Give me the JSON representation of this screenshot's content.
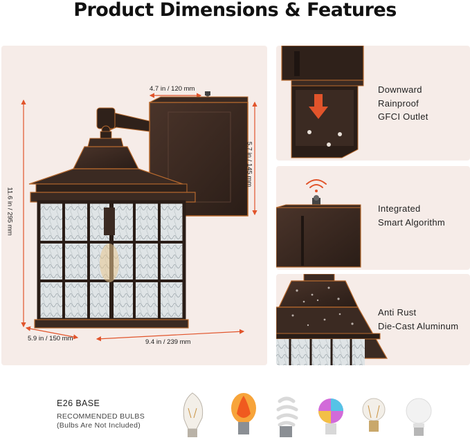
{
  "title": "Product Dimensions & Features",
  "dimensions": {
    "box_width": "4.7 in / 120 mm",
    "box_height": "5.7 in / 145 mm",
    "total_height": "11.6 in / 295 mm",
    "lantern_width": "5.9 in / 150 mm",
    "total_depth": "9.4 in / 239 mm"
  },
  "features": [
    {
      "lines": [
        "Downward",
        "Rainproof",
        "GFCI Outlet"
      ],
      "icon": "arrow-down-icon"
    },
    {
      "lines": [
        "Integrated",
        "Smart Algorithm"
      ],
      "icon": "wifi-signal-icon"
    },
    {
      "lines": [
        "Anti Rust",
        "Die-Cast Aluminum"
      ],
      "icon": "lantern-roof-icon"
    }
  ],
  "bulbs": {
    "heading": "E26 BASE",
    "sub_line1": "RECOMMENDED BULBS",
    "sub_line2": "(Bulbs Are Not Included)",
    "types": [
      "edison-bulb-icon",
      "flame-bulb-icon",
      "spiral-bulb-icon",
      "rgb-bulb-icon",
      "filament-bulb-icon",
      "led-bulb-icon"
    ]
  },
  "colors": {
    "bronze": "#3b2a22",
    "copper_edge": "#b86a2e",
    "accent_orange": "#e1542b",
    "panel_bg": "#f6ece8"
  }
}
